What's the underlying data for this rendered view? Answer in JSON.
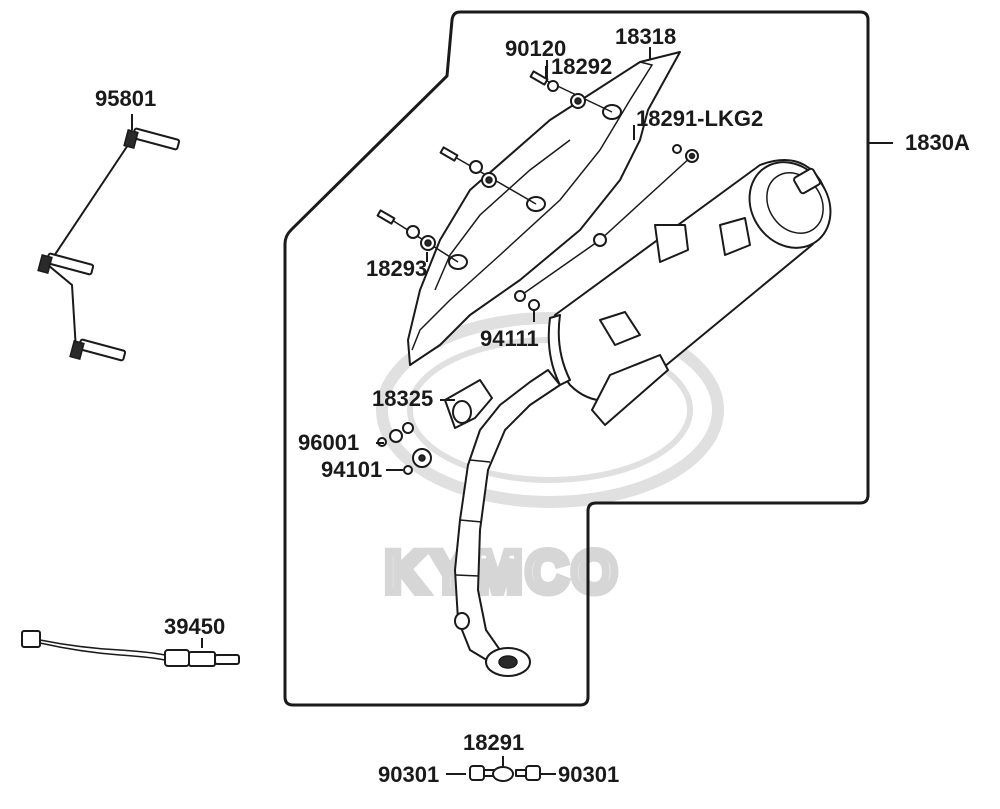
{
  "watermark": {
    "brand": "KYMCO",
    "color": "#d6d6d6"
  },
  "labels": {
    "assembly": "1830A",
    "heat_shield": "18318",
    "bolt_top": "90120",
    "washer_top": "18292",
    "muffler_clamp": "18291-LKG2",
    "shield_washer": "18293",
    "muffler_bolt": "94111",
    "exhaust_gasket": "18325",
    "stud_nut": "96001",
    "flange_nut": "94101",
    "mount_bolt": "95801",
    "o2_sensor": "39450",
    "bottom_washer": "18291",
    "bottom_bolt_left": "90301",
    "bottom_bolt_right": "90301"
  },
  "colors": {
    "line": "#1a1a1a",
    "background": "#ffffff"
  }
}
